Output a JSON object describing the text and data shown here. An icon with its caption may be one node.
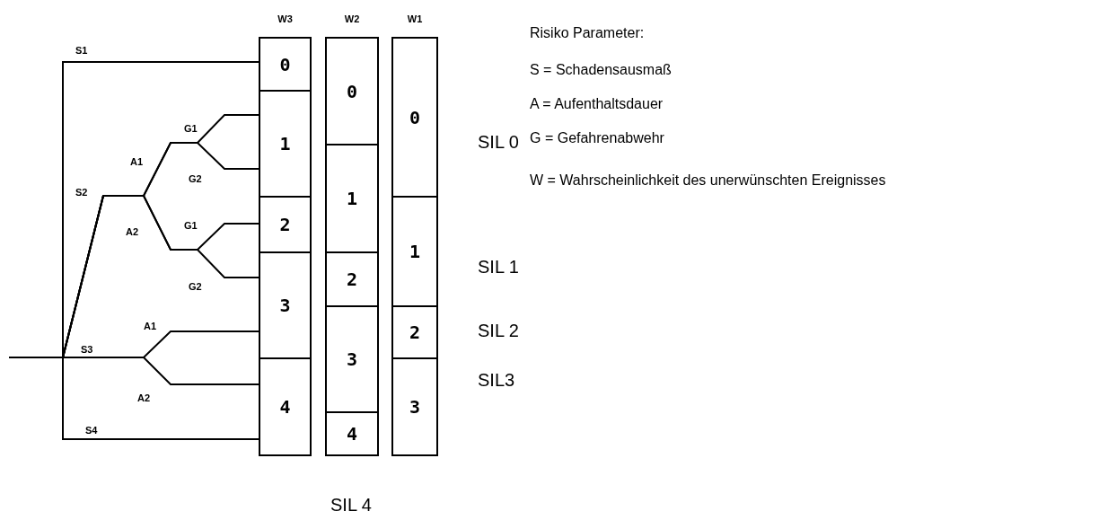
{
  "diagram": {
    "nodes": [
      {
        "text": [
          "W3"
        ]
      },
      {
        "text": [
          "0"
        ],
        "in": 0
      },
      {
        "text": [
          "1"
        ],
        "in": 0
      },
      {
        "text": [
          "2"
        ],
        "in": 0
      },
      {
        "text": [
          "3"
        ],
        "in": 0
      },
      {
        "text": [
          "4"
        ],
        "in": 0
      },
      {
        "text": [
          "W2"
        ]
      },
      {
        "text": [
          "0"
        ],
        "in": 6
      },
      {
        "text": [
          "1"
        ],
        "in": 6
      },
      {
        "text": [
          "2"
        ],
        "in": 6
      },
      {
        "text": [
          "3"
        ],
        "in": 6
      },
      {
        "text": [
          "4"
        ],
        "in": 6
      },
      {
        "text": [
          "W1"
        ]
      },
      {
        "text": [
          "0"
        ],
        "in": 12
      },
      {
        "text": [
          "1"
        ],
        "in": 12
      },
      {
        "text": [
          "2"
        ],
        "in": 12
      },
      {
        "text": [
          "3"
        ],
        "in": 12
      }
    ],
    "edges": [
      {
        "from": null,
        "to": 1,
        "arrow": "none"
      },
      {
        "from": null,
        "to": 2,
        "arrow": "none"
      },
      {
        "from": null,
        "to": 2,
        "arrow": "none"
      },
      {
        "from": null,
        "to": 3,
        "arrow": "none"
      },
      {
        "from": null,
        "to": 4,
        "arrow": "none"
      },
      {
        "from": null,
        "to": 4,
        "arrow": "none"
      },
      {
        "from": null,
        "to": 5,
        "arrow": "none"
      },
      {
        "from": null,
        "to": 5,
        "arrow": "none"
      }
    ],
    "labels": [
      "S1",
      "G1",
      "A1",
      "G2",
      "S2",
      "A2",
      "G1",
      "G2",
      "A1",
      "S3",
      "A2",
      "S4",
      "SIL 0",
      "SIL 1",
      "SIL 2",
      "SIL3",
      "SIL 4",
      "Risiko Parameter:",
      "S = Schadensausmaß",
      "A = Aufenthaltsdauer",
      "G = Gefahrenabwehr",
      "W = Wahrscheinlichkeit des unerwünschten Ereignisses"
    ]
  }
}
